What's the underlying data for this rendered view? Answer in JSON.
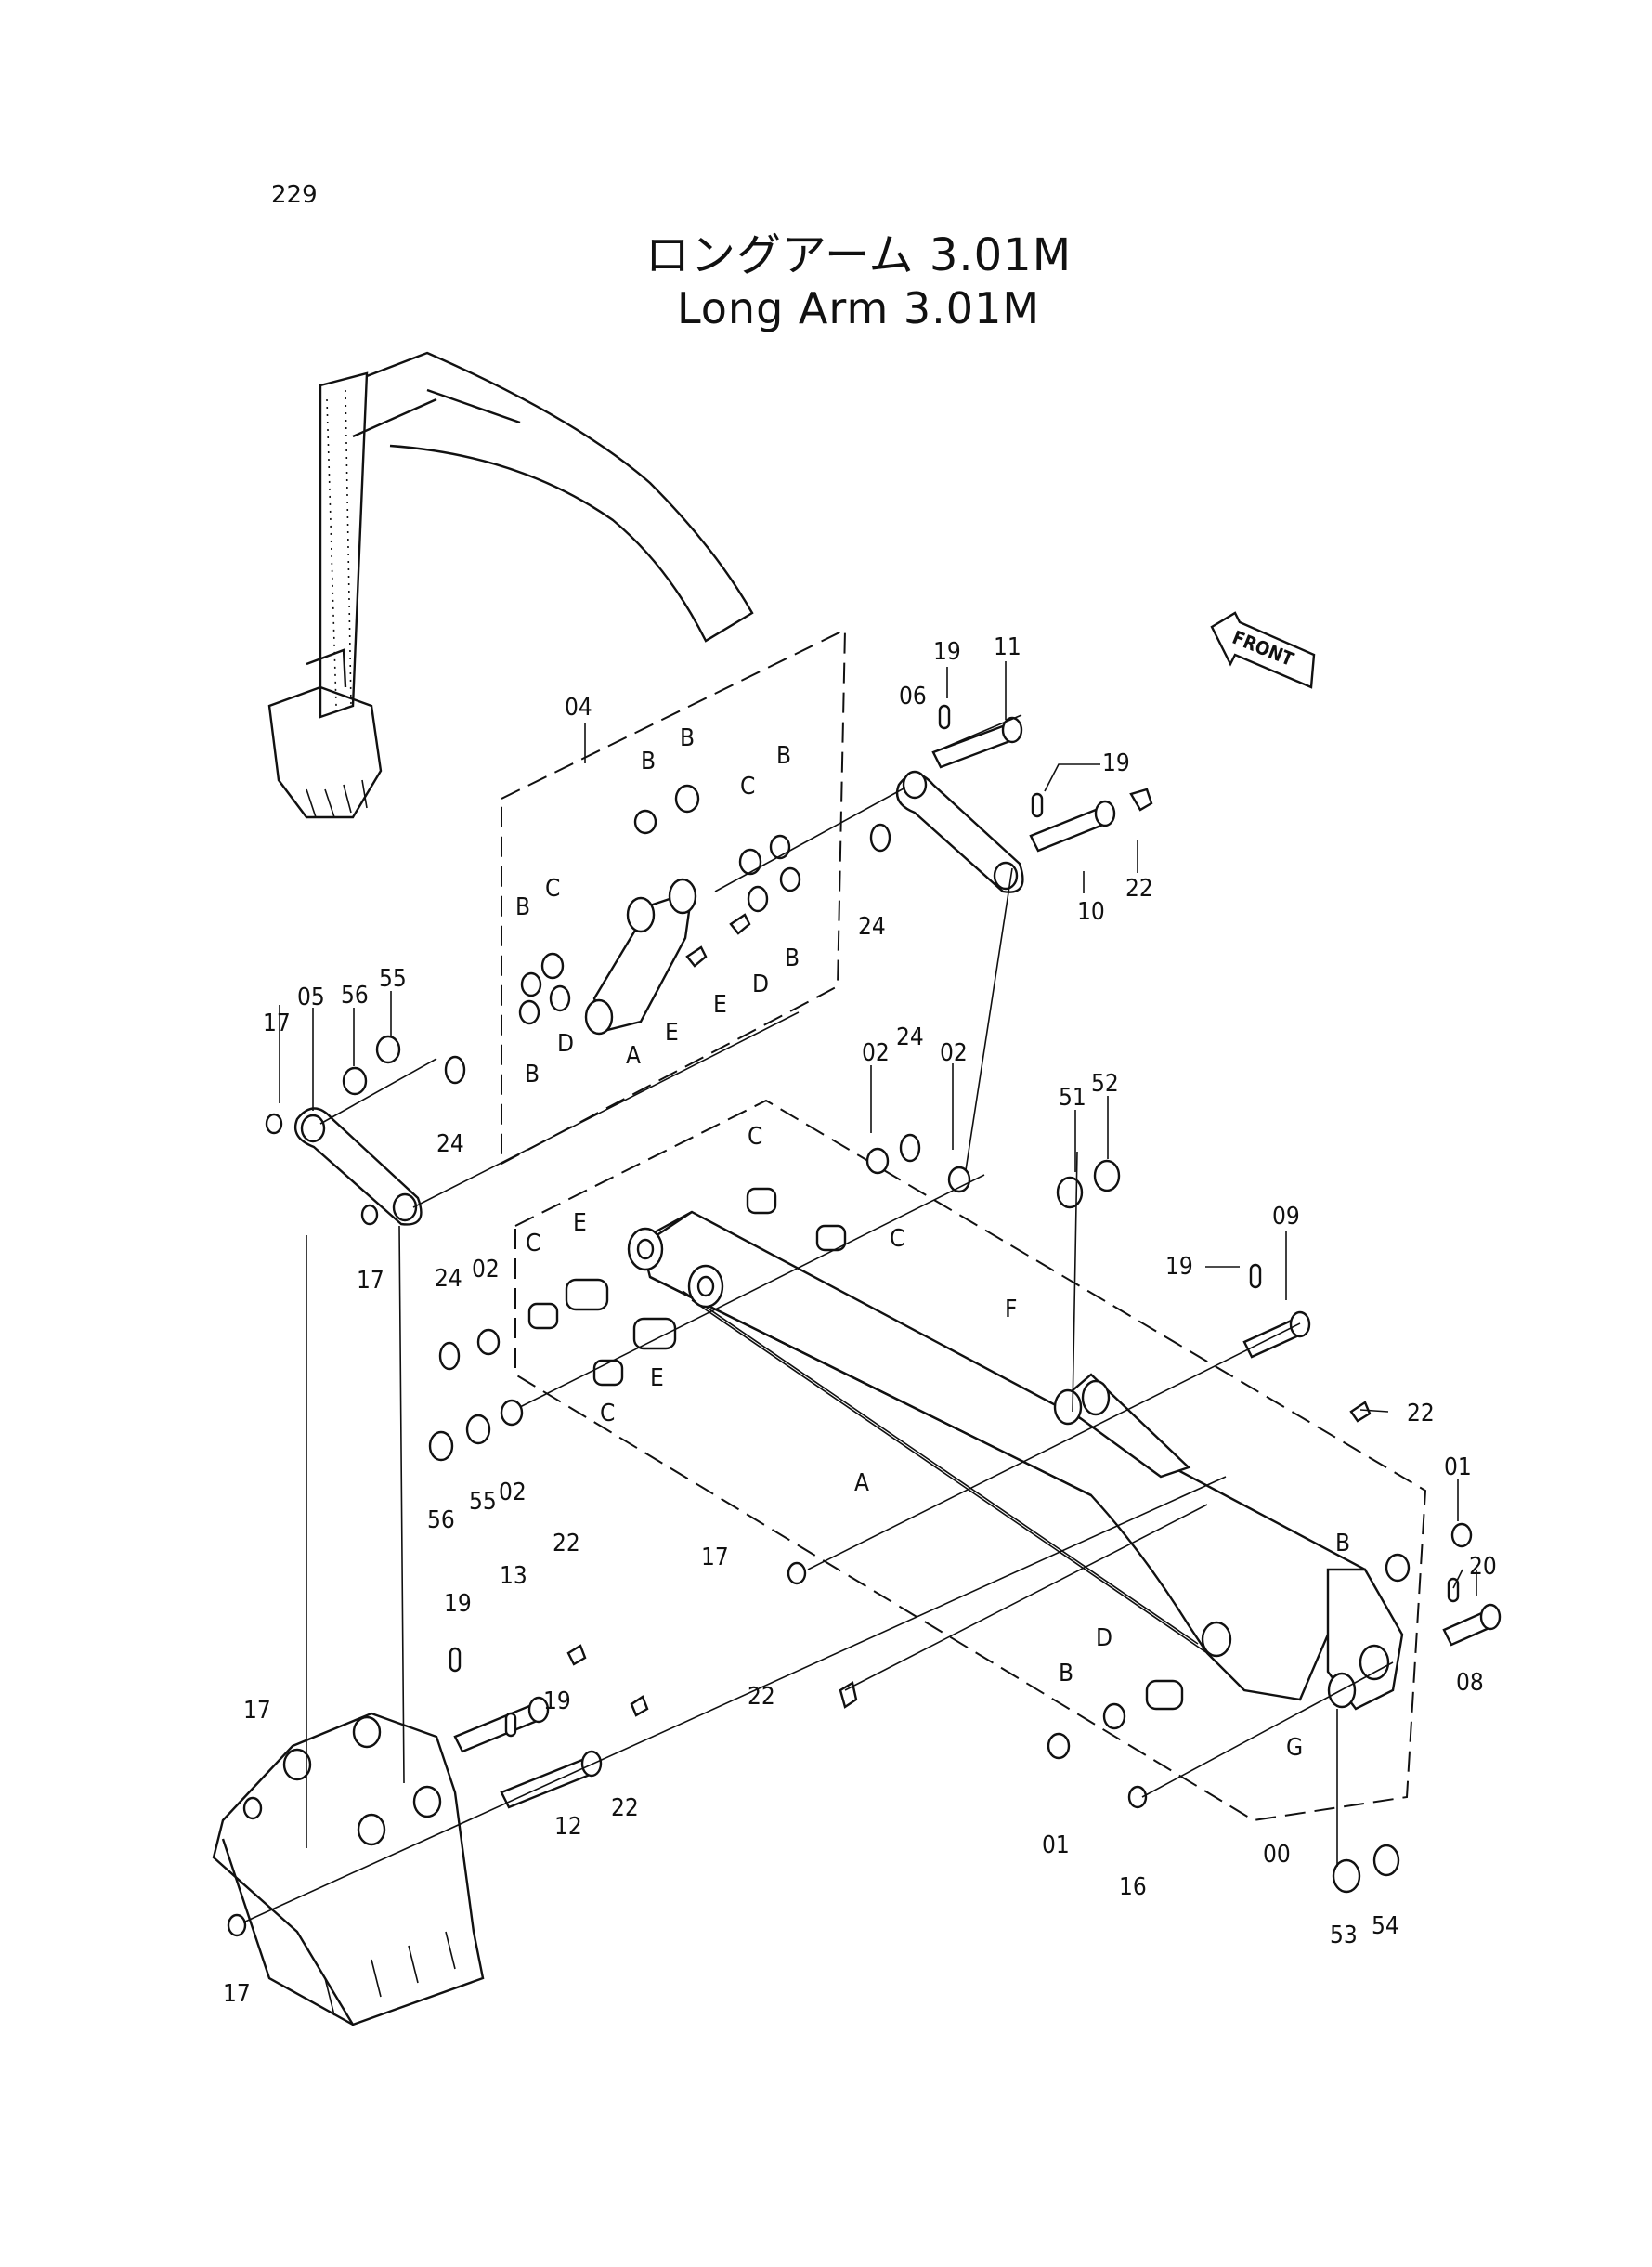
{
  "page_number": "229",
  "title_jp": "ロングアーム 3.01M",
  "title_en": "Long Arm 3.01M",
  "front_label": "FRONT",
  "labels": {
    "l04": "04",
    "l06": "06",
    "l11": "11",
    "l19a": "19",
    "l19b": "19",
    "l10": "10",
    "l22a": "22",
    "l24a": "24",
    "l24b": "24",
    "l24c": "24",
    "l24d": "24",
    "lBa": "B",
    "lBb": "B",
    "lBc": "B",
    "lBd": "B",
    "lBe": "B",
    "lBf": "B",
    "lBg": "B",
    "lBh": "B",
    "lCa": "C",
    "lCb": "C",
    "lCc": "C",
    "lCd": "C",
    "lCe": "C",
    "lCf": "C",
    "lDa": "D",
    "lDb": "D",
    "lDc": "D",
    "lEa": "E",
    "lEb": "E",
    "lEc": "E",
    "lEd": "E",
    "lAa": "A",
    "lAb": "A",
    "lF": "F",
    "lG": "G",
    "l17a": "17",
    "l17b": "17",
    "l17c": "17",
    "l17d": "17",
    "l17e": "17",
    "l05": "05",
    "l56a": "56",
    "l56b": "56",
    "l55a": "55",
    "l55b": "55",
    "l02a": "02",
    "l02b": "02",
    "l02c": "02",
    "l02d": "02",
    "l51": "51",
    "l52": "52",
    "l53": "53",
    "l54": "54",
    "l09": "09",
    "l19c": "19",
    "l19d": "19",
    "l19e": "19",
    "l22b": "22",
    "l22c": "22",
    "l22d": "22",
    "l22e": "22",
    "l01a": "01",
    "l01b": "01",
    "l20": "20",
    "l08": "08",
    "l16": "16",
    "l00": "00",
    "l13": "13",
    "l12": "12"
  }
}
